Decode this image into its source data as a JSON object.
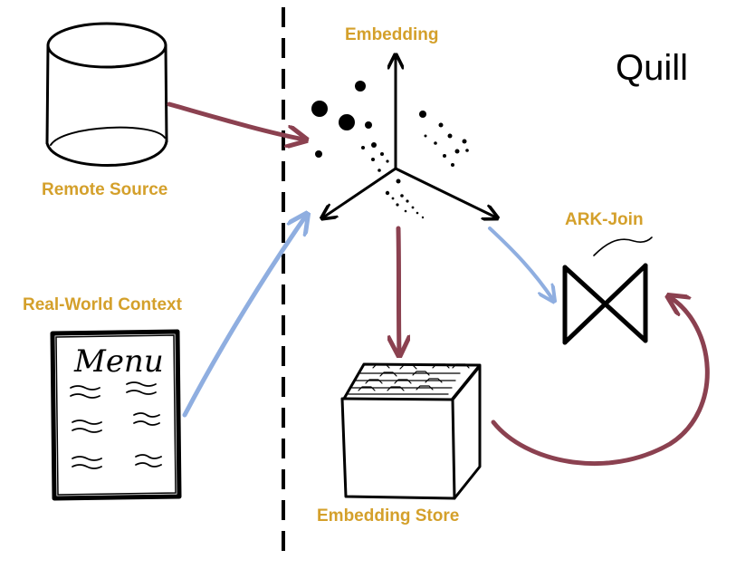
{
  "brand": {
    "title": "Quill"
  },
  "nodes": {
    "remote_source": {
      "label": "Remote Source",
      "icon": "database-cylinder-icon"
    },
    "real_world_context": {
      "label": "Real-World Context",
      "icon": "menu-document-icon",
      "document_title": "Menu"
    },
    "embedding": {
      "label": "Embedding",
      "icon": "embedding-axes-icon"
    },
    "embedding_store": {
      "label": "Embedding Store",
      "icon": "card-file-box-icon"
    },
    "ark_join": {
      "label": "ARK-Join",
      "icon": "bowtie-join-icon"
    }
  },
  "edges": [
    {
      "from": "Remote Source",
      "to": "Embedding",
      "color": "#8b4150"
    },
    {
      "from": "Real-World Context",
      "to": "Embedding",
      "color": "#8faee0"
    },
    {
      "from": "Embedding",
      "to": "Embedding Store",
      "color": "#8b4150"
    },
    {
      "from": "Embedding",
      "to": "ARK-Join",
      "color": "#8faee0"
    },
    {
      "from": "Embedding Store",
      "to": "ARK-Join",
      "color": "#8b4150"
    }
  ],
  "colors": {
    "label": "#d4a02b",
    "maroon_arrow": "#8b4150",
    "blue_arrow": "#8faee0",
    "ink": "#000000"
  }
}
